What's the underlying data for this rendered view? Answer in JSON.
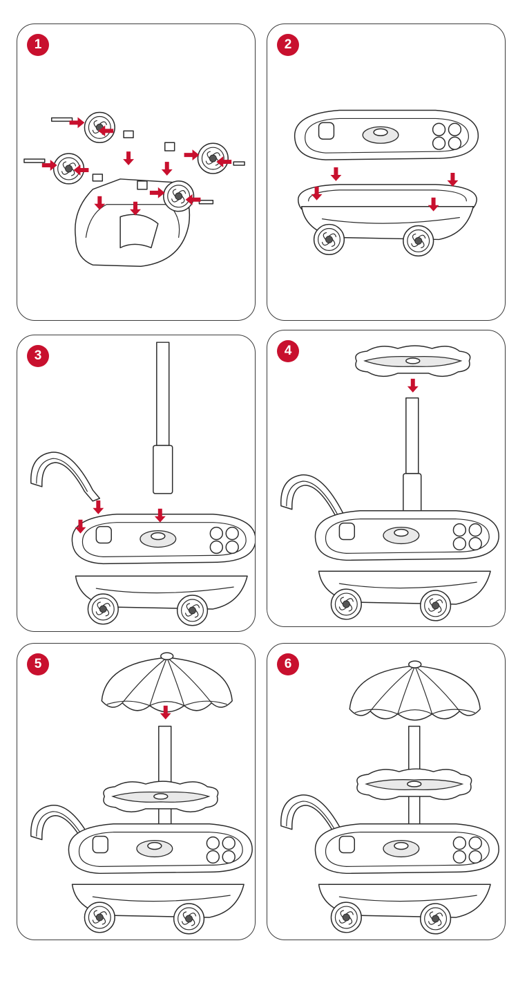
{
  "colors": {
    "accent": "#c8102e",
    "outline": "#2b2b2b",
    "panel_border": "#3a3a3a",
    "background": "#ffffff"
  },
  "steps": [
    {
      "number": "1"
    },
    {
      "number": "2"
    },
    {
      "number": "3"
    },
    {
      "number": "4"
    },
    {
      "number": "5"
    },
    {
      "number": "6"
    }
  ]
}
